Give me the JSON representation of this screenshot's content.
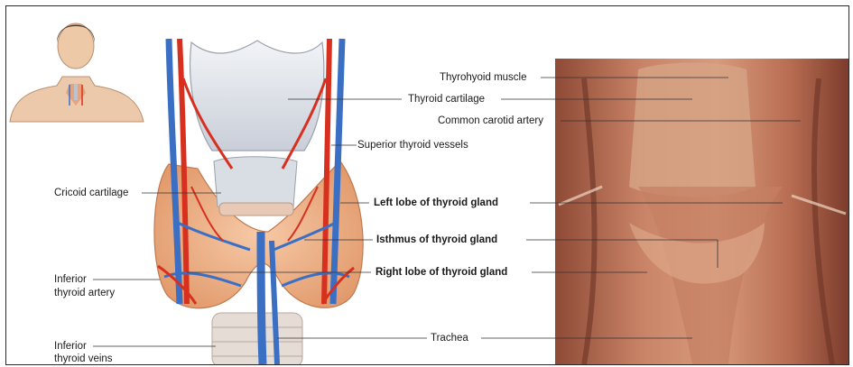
{
  "labels": {
    "thyrohyoid_muscle": "Thyrohyoid muscle",
    "thyroid_cartilage": "Thyroid cartilage",
    "common_carotid_artery": "Common carotid artery",
    "superior_thyroid_vessels": "Superior thyroid vessels",
    "cricoid_cartilage": "Cricoid cartilage",
    "left_lobe": "Left lobe of thyroid gland",
    "isthmus": "Isthmus of thyroid gland",
    "right_lobe": "Right lobe of thyroid gland",
    "inferior_thyroid_artery_1": "Inferior",
    "inferior_thyroid_artery_2": "thyroid artery",
    "trachea": "Trachea",
    "inferior_thyroid_veins_1": "Inferior",
    "inferior_thyroid_veins_2": "thyroid veins"
  },
  "colors": {
    "cartilage": "#dfe3ea",
    "gland": "#f0b48a",
    "artery": "#d8301e",
    "vein": "#3b6fc4",
    "photo_tissue": "#b86d52"
  }
}
